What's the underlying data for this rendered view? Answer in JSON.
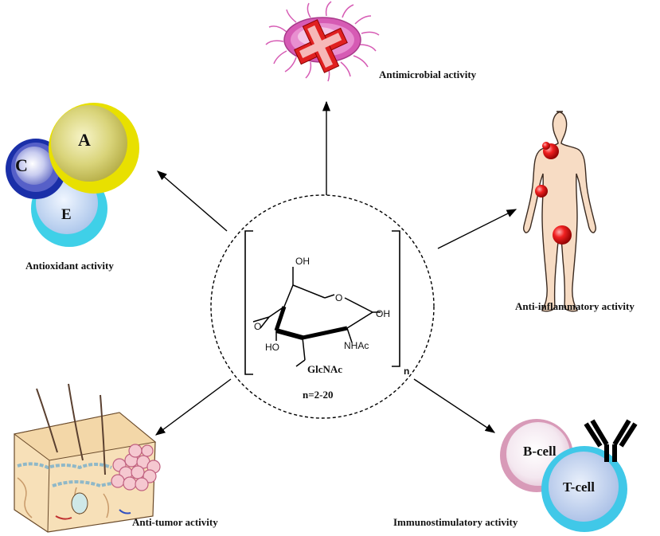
{
  "center": {
    "molecule_name": "GlcNAc",
    "degree": "n=2-20",
    "subscript": "n",
    "atoms": {
      "oh_top": "OH",
      "o_ring": "O",
      "oh_right": "OH",
      "o_left": "O",
      "ho_left": "HO",
      "nhac": "NHAc"
    }
  },
  "activities": {
    "antimicrobial": "Antimicrobial activity",
    "antioxidant": "Antioxidant activity",
    "anti_inflammatory": "Anti-inflammatory activity",
    "anti_tumor": "Anti-tumor activity",
    "immunostimulatory": "Immunostimulatory activity"
  },
  "vitamins": {
    "a": "A",
    "c": "C",
    "e": "E"
  },
  "cells": {
    "b": "B-cell",
    "t": "T-cell"
  },
  "colors": {
    "vitamin_a": "#e8e000",
    "vitamin_c": "#1a2fa8",
    "vitamin_e": "#3fd0e8",
    "b_cell": "#d89ab8",
    "t_cell": "#40c8e8",
    "microbe": "#d65bb4",
    "cross": "#e02020",
    "skin_body": "#f7dcc4",
    "inflammation": "#e01818"
  }
}
